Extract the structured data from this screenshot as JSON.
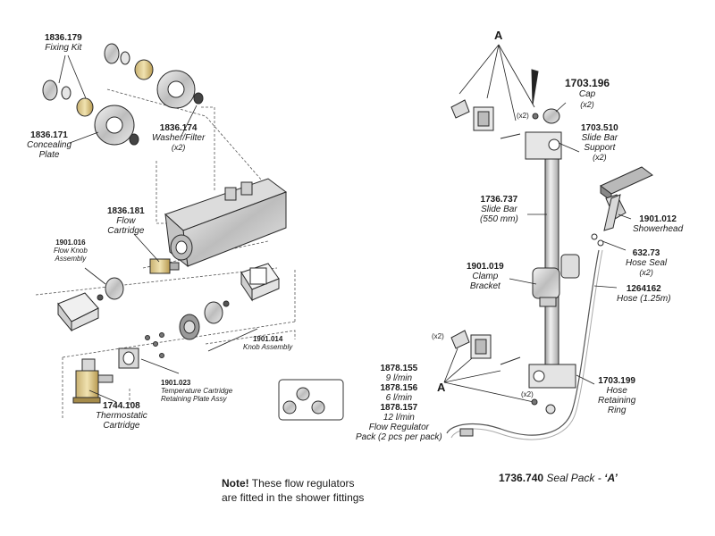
{
  "labels": {
    "fixing_kit": {
      "code": "1836.179",
      "name": "Fixing Kit"
    },
    "concealing_plate": {
      "code": "1836.171",
      "name1": "Concealing",
      "name2": "Plate"
    },
    "washer_filter": {
      "code": "1836.174",
      "name": "Washer/Filter",
      "qty": "(x2)"
    },
    "flow_cartridge": {
      "code": "1836.181",
      "name1": "Flow",
      "name2": "Cartridge"
    },
    "flow_knob": {
      "code": "1901.016",
      "name1": "Flow Knob",
      "name2": "Assembly"
    },
    "knob_assembly": {
      "code": "1901.014",
      "name": "Knob Assembly"
    },
    "temp_retaining": {
      "code": "1901.023",
      "name1": "Temperature Cartridge",
      "name2": "Retaining Plate Assy"
    },
    "thermostatic": {
      "code": "1744.108",
      "name1": "Thermostatic",
      "name2": "Cartridge"
    },
    "flow_regulator": {
      "code1": "1878.155",
      "rate1": "9 l/min",
      "code2": "1878.156",
      "rate2": "6 l/min",
      "code3": "1878.157",
      "rate3": "12 l/min",
      "name1": "Flow Regulator",
      "name2": "Pack (2 pcs per pack)"
    },
    "cap": {
      "code": "1703.196",
      "name": "Cap",
      "qty": "(x2)"
    },
    "slide_bar_support": {
      "code": "1703.510",
      "name1": "Slide Bar",
      "name2": "Support",
      "qty": "(x2)"
    },
    "slide_bar": {
      "code": "1736.737",
      "name": "Slide Bar",
      "size": "(550 mm)"
    },
    "showerhead": {
      "code": "1901.012",
      "name": "Showerhead"
    },
    "hose_seal": {
      "code": "632.73",
      "name": "Hose Seal",
      "qty": "(x2)"
    },
    "clamp_bracket": {
      "code": "1901.019",
      "name1": "Clamp",
      "name2": "Bracket"
    },
    "hose": {
      "code": "1264162",
      "name": "Hose (1.25m)"
    },
    "hose_ring": {
      "code": "1703.199",
      "name1": "Hose",
      "name2": "Retaining",
      "name3": "Ring"
    },
    "x2_a": "(x2)",
    "x2_b": "(x2)",
    "x2_c": "(x2)",
    "x2_d": "(x2)",
    "letter_a_top": "A",
    "letter_a_bottom": "A"
  },
  "note": {
    "bold": "Note!",
    "line1": " These flow regulators",
    "line2": "are fitted in the shower fittings"
  },
  "seal_pack": {
    "code": "1736.740",
    "name": "Seal Pack -",
    "letter": "‘A’"
  }
}
